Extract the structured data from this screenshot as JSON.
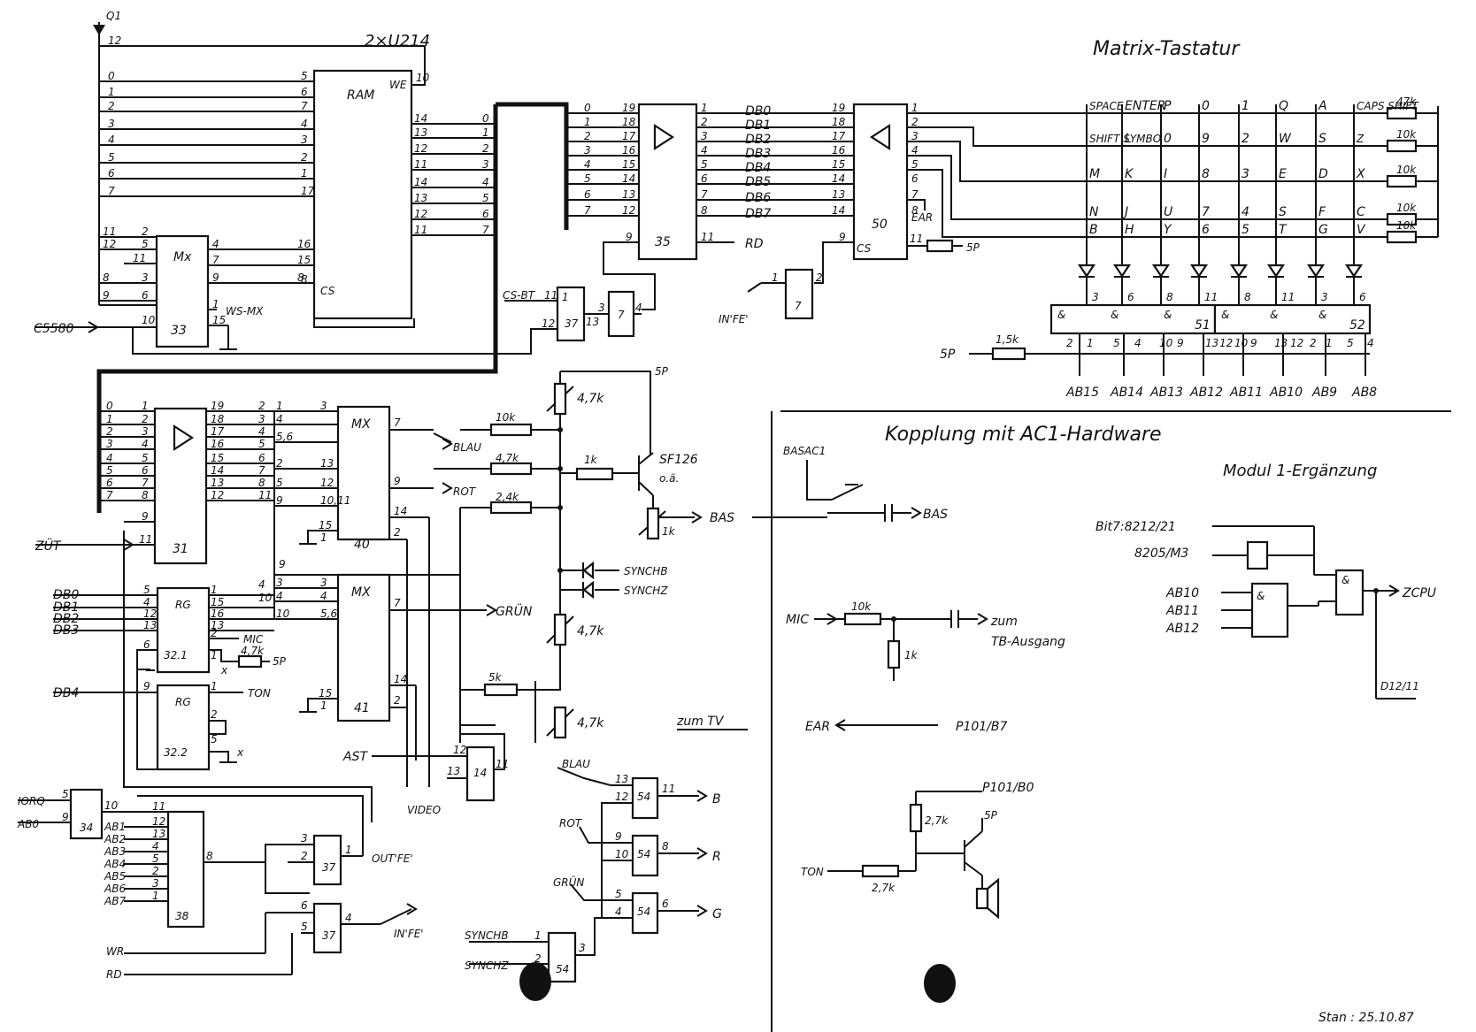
{
  "title": "Matrix-Tastatur",
  "ram": {
    "label": "2×U214",
    "chip": "RAM",
    "we": "WE",
    "cs": "CS",
    "supply": "Q1",
    "addr_pins": [
      "12",
      "0",
      "1",
      "2",
      "3",
      "4",
      "5",
      "6",
      "7"
    ],
    "left_pins": [
      "5",
      "6",
      "7",
      "4",
      "3",
      "2",
      "1",
      "17"
    ],
    "data_pins": [
      "14",
      "13",
      "12",
      "11",
      "14",
      "13",
      "12",
      "11"
    ],
    "we_pin": "10",
    "cs_pin": "8",
    "cs_in_pin": "16",
    "mux_pin": "15"
  },
  "mux33": {
    "label": "Mx",
    "num": "33",
    "in_pins": [
      "11",
      "12",
      "11",
      "8",
      "9"
    ],
    "out_pins": [
      "4",
      "7",
      "9",
      "1",
      "15"
    ],
    "pin2": "2",
    "pin5": "5",
    "pin3": "3",
    "pin6": "6",
    "pin10": "10",
    "wsmx": "WS-MX",
    "c5580": "C5580"
  },
  "bus35": {
    "num": "35",
    "in_pins": [
      "0",
      "1",
      "2",
      "3",
      "4",
      "5",
      "6",
      "7"
    ],
    "pin_a": [
      "19",
      "18",
      "17",
      "16",
      "15",
      "14",
      "13",
      "12"
    ],
    "pin_b": [
      "1",
      "2",
      "3",
      "4",
      "5",
      "6",
      "7",
      "8"
    ],
    "dbs": [
      "DB0",
      "DB1",
      "DB2",
      "DB3",
      "DB4",
      "DB5",
      "DB6",
      "DB7"
    ],
    "g_pin": "9",
    "rd_pin": "11",
    "rd": "RD"
  },
  "cs_bt": {
    "label": "CS-BT",
    "num": "37",
    "inv": "7",
    "p11": "11",
    "p12": "12",
    "p13": "13",
    "p3": "3",
    "p4": "4",
    "p1": "1"
  },
  "bus50": {
    "num": "50",
    "in_pins": [
      "19",
      "18",
      "17",
      "16",
      "15",
      "14",
      "13",
      "14"
    ],
    "out_pins": [
      "1",
      "2",
      "3",
      "4",
      "5",
      "6",
      "7",
      "8"
    ],
    "ear": "EAR",
    "cs": "CS",
    "g_pin": "9",
    "p11": "11",
    "p5": "5P"
  },
  "inv7": {
    "num": "7",
    "p1": "1",
    "p2": "2",
    "label": "IN'FE'"
  },
  "keymatrix": {
    "rows": [
      [
        "SPACE",
        "ENTER",
        "P",
        "0",
        "1",
        "Q",
        "A",
        "CAPS SHIFT"
      ],
      [
        "SHIFT SYMBO",
        "L",
        "0",
        "9",
        "2",
        "W",
        "S",
        "Z"
      ],
      [
        "M",
        "K",
        "I",
        "8",
        "3",
        "E",
        "D",
        "X"
      ],
      [
        "N",
        "J",
        "U",
        "7",
        "4",
        "S",
        "F",
        "C"
      ],
      [
        "B",
        "H",
        "Y",
        "6",
        "5",
        "T",
        "G",
        "V"
      ]
    ],
    "resistors": [
      "47k",
      "10k",
      "10k",
      "10k",
      "10k"
    ],
    "diode_pins": [
      "3",
      "6",
      "8",
      "11",
      "8",
      "11",
      "3",
      "6"
    ],
    "gate51": [
      "&",
      "&",
      "&"
    ],
    "gate51_num": "51",
    "gate52": [
      "&",
      "&",
      "&"
    ],
    "gate52_num": "52",
    "pins_bottom": [
      "2",
      "1",
      "5",
      "4",
      "10",
      "9",
      "13",
      "12",
      "10",
      "9",
      "13",
      "12",
      "2",
      "1",
      "5",
      "4"
    ],
    "ab": [
      "AB15",
      "AB14",
      "AB13",
      "AB12",
      "AB11",
      "AB10",
      "AB9",
      "AB8"
    ],
    "pullup": "1,5k",
    "pullup_v": "5P"
  },
  "bus31": {
    "num": "31",
    "in_pins": [
      "0",
      "1",
      "2",
      "3",
      "4",
      "5",
      "6",
      "7"
    ],
    "pin_a": [
      "1",
      "2",
      "3",
      "4",
      "5",
      "6",
      "7",
      "8"
    ],
    "pin_b": [
      "19",
      "18",
      "17",
      "16",
      "15",
      "14",
      "13",
      "12"
    ],
    "pin_c": [
      "2",
      "3",
      "4",
      "5",
      "6",
      "7",
      "8",
      "11"
    ],
    "zut": "ZÜT",
    "p9": "9",
    "p11": "11"
  },
  "mx40": {
    "label": "MX",
    "num": "40",
    "in": [
      "1",
      "3",
      "4",
      "5,6",
      "2",
      "13",
      "5",
      "12",
      "9",
      "10,11"
    ],
    "p7": "7",
    "p9": "9",
    "p14": "14",
    "p15": "15",
    "p1": "1",
    "p2": "2"
  },
  "mx41": {
    "label": "MX",
    "num": "41",
    "in": [
      "3",
      "3",
      "4",
      "4",
      "10",
      "5,6"
    ],
    "p7": "7",
    "p14": "14",
    "p15": "15",
    "p1": "1",
    "p2": "2"
  },
  "rg32": {
    "label": "RG",
    "num1": "32.1",
    "num2": "32.2",
    "dbs": [
      "DB0",
      "DB1",
      "DB2",
      "DB3",
      "DB4"
    ],
    "pins_l": [
      "5",
      "4",
      "12",
      "13",
      "6",
      "9"
    ],
    "pins_r": [
      "1",
      "15",
      "16",
      "13",
      "2",
      "1",
      "2",
      "5"
    ],
    "mic": "MIC",
    "ton": "TON",
    "r": "4,7k",
    "v": "5P",
    "x": "x"
  },
  "video": {
    "blau": "BLAU",
    "rot": "ROT",
    "gruen": "GRÜN",
    "bas": "BAS",
    "video": "VIDEO",
    "ast": "AST",
    "r10k": "10k",
    "r47k": "4,7k",
    "r24k": "2,4k",
    "r1k": "1k",
    "r5k": "5k",
    "pot1": "4,7k",
    "pot2": "4,7k",
    "pot3": "4,7k",
    "v": "5P",
    "tr": "SF126",
    "tr2": "o.ä.",
    "synchb": "SYNCHB",
    "synchz": "SYNCHZ",
    "potbas": "1k"
  },
  "and14": {
    "num": "14",
    "p12": "12",
    "p13": "13",
    "p11": "11"
  },
  "tv": {
    "label": "zum TV",
    "gates": [
      {
        "in1": "BLAU",
        "p1": "13",
        "p2": "12",
        "num": "54",
        "out_pin": "11",
        "out": "B"
      },
      {
        "in1": "ROT",
        "p1": "9",
        "p2": "10",
        "num": "54",
        "out_pin": "8",
        "out": "R"
      },
      {
        "in1": "GRÜN",
        "p1": "5",
        "p2": "4",
        "num": "54",
        "out_pin": "6",
        "out": "G"
      }
    ],
    "synch": {
      "a": "SYNCHB",
      "b": "SYNCHZ",
      "num": "54",
      "p1": "1",
      "p2": "2",
      "p3": "3"
    }
  },
  "decode": {
    "iorq": "IORQ",
    "ab0": "AB0",
    "num34": "34",
    "num38": "38",
    "p5": "5",
    "p9": "9",
    "p10": "10",
    "p8": "8",
    "abs": [
      "AB1",
      "AB2",
      "AB3",
      "AB4",
      "AB5",
      "AB6",
      "AB7"
    ],
    "pins": [
      "11",
      "12",
      "13",
      "4",
      "5",
      "2",
      "3",
      "1"
    ],
    "out_fe": "OUT'FE'",
    "in_fe": "IN'FE'",
    "wr": "WR",
    "rd": "RD",
    "num37a": "37",
    "num37b": "37",
    "p3": "3",
    "p2": "2",
    "p1": "1",
    "p6": "6",
    "p5b": "5",
    "p4": "4"
  },
  "kopplung": {
    "title": "Kopplung mit AC1-Hardware",
    "basac1": "BASAC1",
    "bas": "BAS",
    "mic": "MIC",
    "r10k": "10k",
    "zum": "zum",
    "tb": "TB-Ausgang",
    "r1k": "1k",
    "ear": "EAR",
    "p101b7": "P101/B7",
    "p101b0": "P101/B0",
    "r27a": "2,7k",
    "r27b": "2,7k",
    "ton": "TON",
    "v": "5P"
  },
  "modul": {
    "title": "Modul 1-Ergänzung",
    "bit7": "Bit7:8212/21",
    "m3": "8205/M3",
    "ab10": "AB10",
    "ab11": "AB11",
    "ab12": "AB12",
    "zcpu": "ZCPU",
    "d12": "D12/11",
    "amp": "&"
  },
  "footer": {
    "date": "Stan : 25.10.87"
  }
}
